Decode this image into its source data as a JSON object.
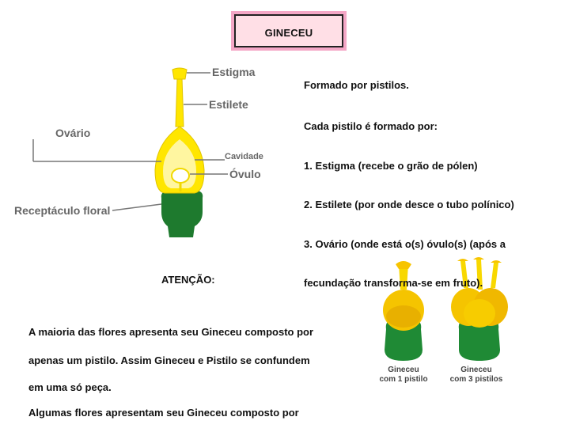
{
  "title": "GINECEU",
  "diagram_labels": {
    "estigma": "Estigma",
    "estilete": "Estilete",
    "ovario": "Ovário",
    "cavidade": "Cavidade",
    "ovulo": "Óvulo",
    "receptaculo": "Receptáculo floral"
  },
  "right_text": [
    "Formado  por  pistilos.",
    "Cada pistilo é formado por:",
    "1. Estigma (recebe o grão de pólen)",
    "2. Estilete (por onde desce o tubo polínico)",
    "3. Ovário (onde está o(s) óvulo(s) (após a",
    "fecundação transforma-se em fruto)."
  ],
  "attention": "ATENÇÃO:",
  "left_text": [
    "A maioria das flores apresenta seu Gineceu composto por",
    "apenas um pistilo. Assim Gineceu e Pistilo se confundem",
    "em uma só peça.",
    "Algumas flores apresentam seu Gineceu composto por"
  ],
  "photo_captions": {
    "one_line1": "Gineceu",
    "one_line2": "com 1 pistilo",
    "three_line1": "Gineceu",
    "three_line2": "com 3 pistilos"
  }
}
